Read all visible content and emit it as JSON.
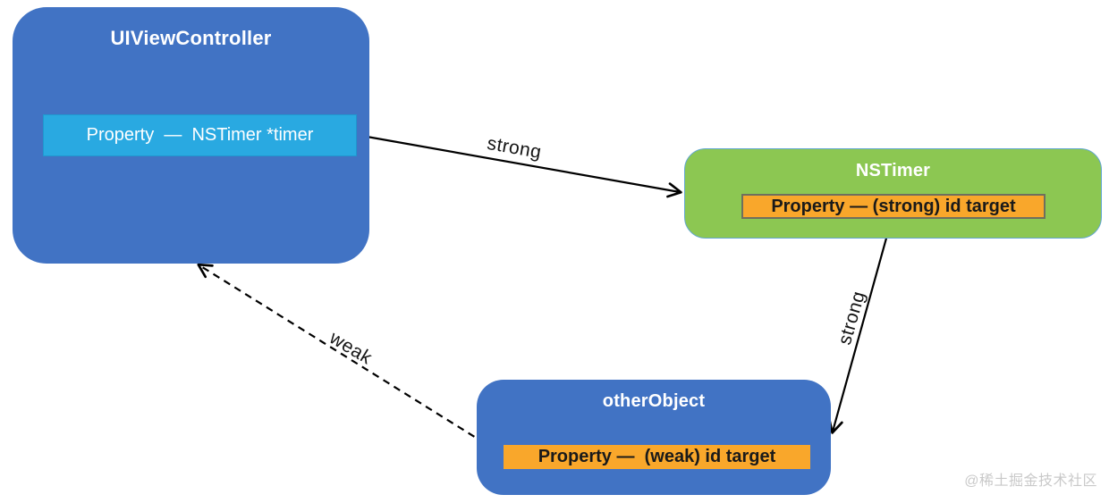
{
  "diagram": {
    "nodes": {
      "uiviewcontroller": {
        "title": "UIViewController",
        "property": "Property  —  NSTimer *timer"
      },
      "nstimer": {
        "title": "NSTimer",
        "property": "Property — (strong) id target"
      },
      "otherobject": {
        "title": "otherObject",
        "property": "Property —  (weak) id target"
      }
    },
    "edges": [
      {
        "from": "UIViewController",
        "to": "NSTimer",
        "label": "strong",
        "style": "solid"
      },
      {
        "from": "NSTimer",
        "to": "otherObject",
        "label": "strong",
        "style": "solid"
      },
      {
        "from": "otherObject",
        "to": "UIViewController",
        "label": "weak",
        "style": "dashed"
      }
    ],
    "colors": {
      "node_blue": "#4173c4",
      "property_cyan": "#29a9e1",
      "node_green": "#8cc752",
      "property_orange": "#f9a72b",
      "arrow_black": "#000000",
      "watermark_gray": "#c9c9c9"
    }
  },
  "watermark": "@稀土掘金技术社区"
}
